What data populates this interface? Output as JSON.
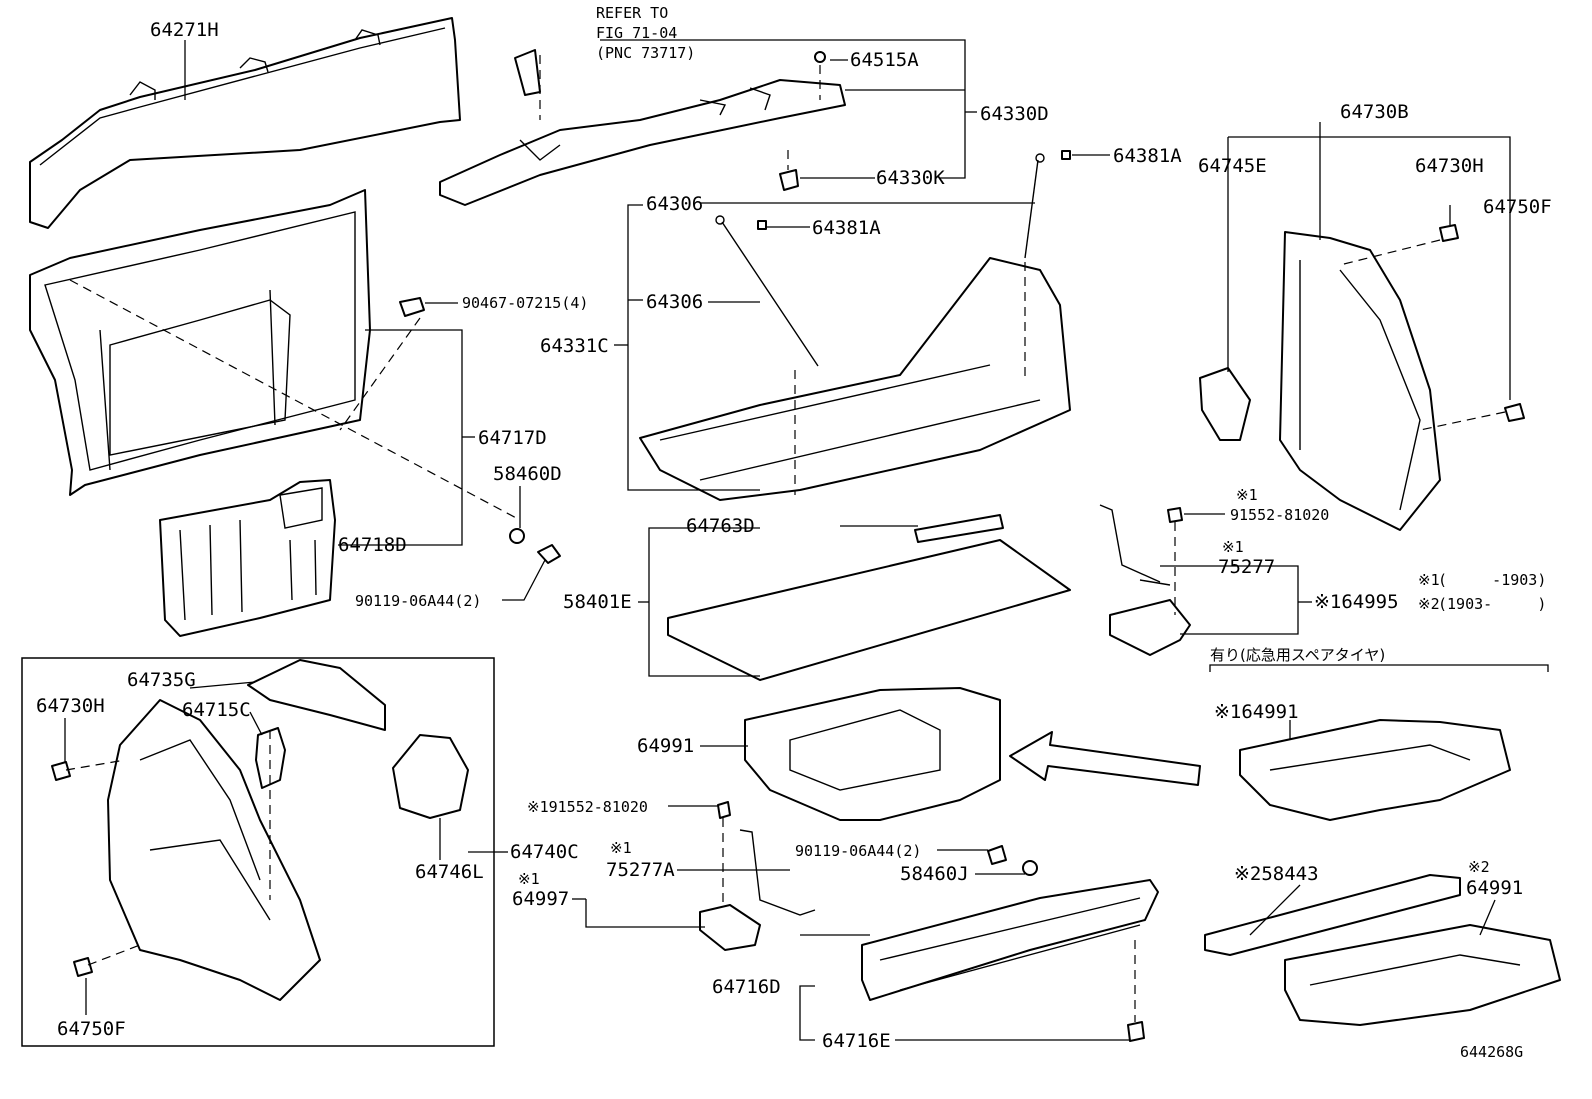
{
  "diagram_id": "644268G",
  "refer_note": {
    "line1": "REFER TO",
    "line2": "FIG 71-04",
    "line3": "(PNC 73717)"
  },
  "legend": {
    "note1_mark": "※1",
    "note1_text": "(     -1903)",
    "note2_mark": "※2",
    "note2_text": "(1903-     )"
  },
  "spare_tire_header": "有り(応急用スペアタイヤ)",
  "labels": {
    "p64271H": "64271H",
    "p64515A": "64515A",
    "p64330D": "64330D",
    "p64330K": "64330K",
    "p64381A_top": "64381A",
    "p64306_top": "64306",
    "p64381A_mid": "64381A",
    "p64306_mid": "64306",
    "p64331C": "64331C",
    "p90467": "90467-07215(4)",
    "p64717D": "64717D",
    "p58460D": "58460D",
    "p64718D": "64718D",
    "p90119_left": "90119-06A44(2)",
    "p64730B": "64730B",
    "p64745E": "64745E",
    "p64730H_right": "64730H",
    "p64750F_right": "64750F",
    "p91552_right_mark": "※1",
    "p91552_right": "91552-81020",
    "p75277_mark": "※1",
    "p75277": "75277",
    "p64995": "※164995",
    "p64763D": "64763D",
    "p58401E": "58401E",
    "p64991_main": "64991",
    "p64735G": "64735G",
    "p64730H_left": "64730H",
    "p64715C": "64715C",
    "p64740C": "64740C",
    "p64746L": "64746L",
    "p64750F_left": "64750F",
    "p91552_left": "※191552-81020",
    "p75277A_mark": "※1",
    "p75277A": "75277A",
    "p64997_mark": "※1",
    "p64997": "64997",
    "p90119_right": "90119-06A44(2)",
    "p58460J": "58460J",
    "p64716D": "64716D",
    "p64716E": "64716E",
    "p64991_spare": "※164991",
    "p58443": "※258443",
    "p64991_bottom_mark": "※2",
    "p64991_bottom": "64991"
  }
}
